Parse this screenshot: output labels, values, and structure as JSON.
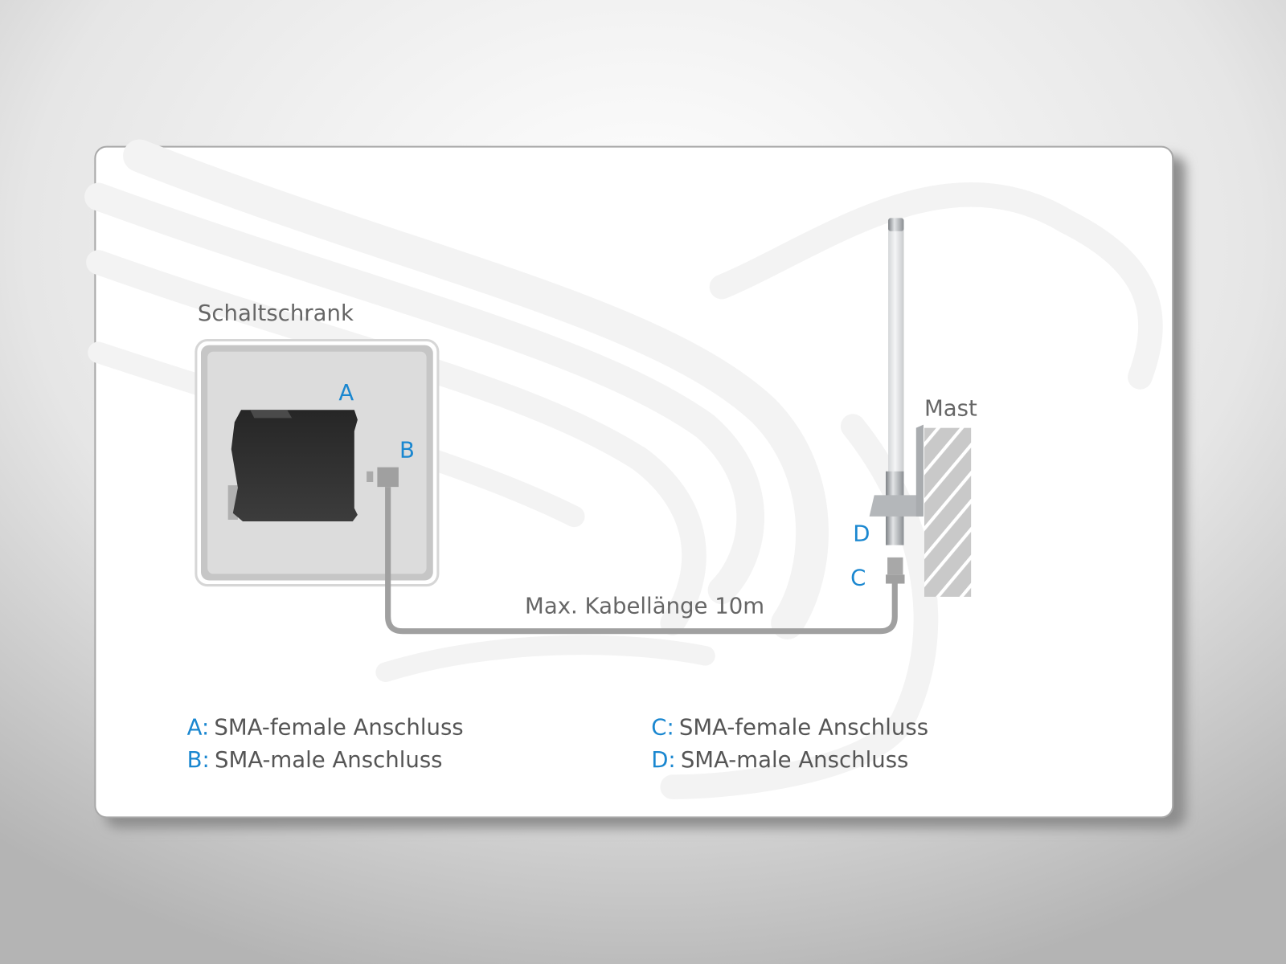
{
  "cabinet": {
    "title": "Schaltschrank",
    "label_a": "A",
    "label_b": "B"
  },
  "mast": {
    "title": "Mast",
    "label_c": "C",
    "label_d": "D"
  },
  "cable": {
    "label": "Max. Kabellänge 10m"
  },
  "legend": [
    {
      "key": "A:",
      "text": "SMA-female Anschluss"
    },
    {
      "key": "B:",
      "text": "SMA-male Anschluss"
    },
    {
      "key": "C:",
      "text": "SMA-female Anschluss"
    },
    {
      "key": "D:",
      "text": "SMA-male Anschluss"
    }
  ],
  "colors": {
    "accent": "#1a87d0",
    "text": "#666666",
    "cable": "#a0a0a0"
  }
}
